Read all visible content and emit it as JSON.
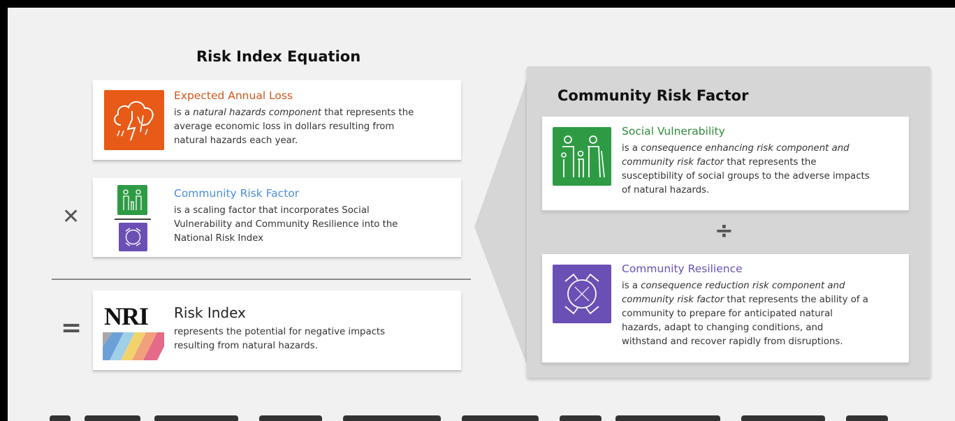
{
  "equation": {
    "title": "Risk Index Equation"
  },
  "operators": {
    "multiply": "✕",
    "equals": "=",
    "divide": "÷"
  },
  "eal": {
    "title": "Expected Annual Loss",
    "d1": "is a ",
    "d1i": "natural hazards component",
    "d1b": " that represents the",
    "d2": "average economic loss in dollars resulting from",
    "d3": "natural hazards each year.",
    "color": "#e85a17"
  },
  "crf_card": {
    "title": "Community Risk Factor",
    "d1": "is a scaling factor that incorporates Social",
    "d2": "Vulnerability and Community Resilience into the",
    "d3": "National Risk Index",
    "color": "#4a8fd8"
  },
  "ri": {
    "logo": "NRI",
    "title": "Risk Index",
    "d1": "represents the potential for negative impacts",
    "d2": "resulting from natural hazards."
  },
  "panel": {
    "title": "Community Risk Factor"
  },
  "sv": {
    "title": "Social Vulnerability",
    "d1": "is a ",
    "d1i": "consequence enhancing risk component and",
    "d2i": "community risk factor",
    "d2": " that represents the",
    "d3": "susceptibility of social groups to the adverse impacts",
    "d4": "of natural hazards.",
    "color": "#2e8b3a"
  },
  "cr": {
    "title": "Community Resilience",
    "d1": "is a ",
    "d1i": "consequence reduction risk component and",
    "d2i": "community risk factor",
    "d2": " that represents the ability of a",
    "d3": "community to prepare for anticipated natural",
    "d4": "hazards, adapt to changing conditions, and",
    "d5": "withstand and recover rapidly from disruptions.",
    "color": "#6a4fb5"
  },
  "icons": {
    "eal": "storm-cloud-icon",
    "sv": "family-icon",
    "cr": "joined-hands-icon",
    "nri": "nri-logo-icon"
  }
}
